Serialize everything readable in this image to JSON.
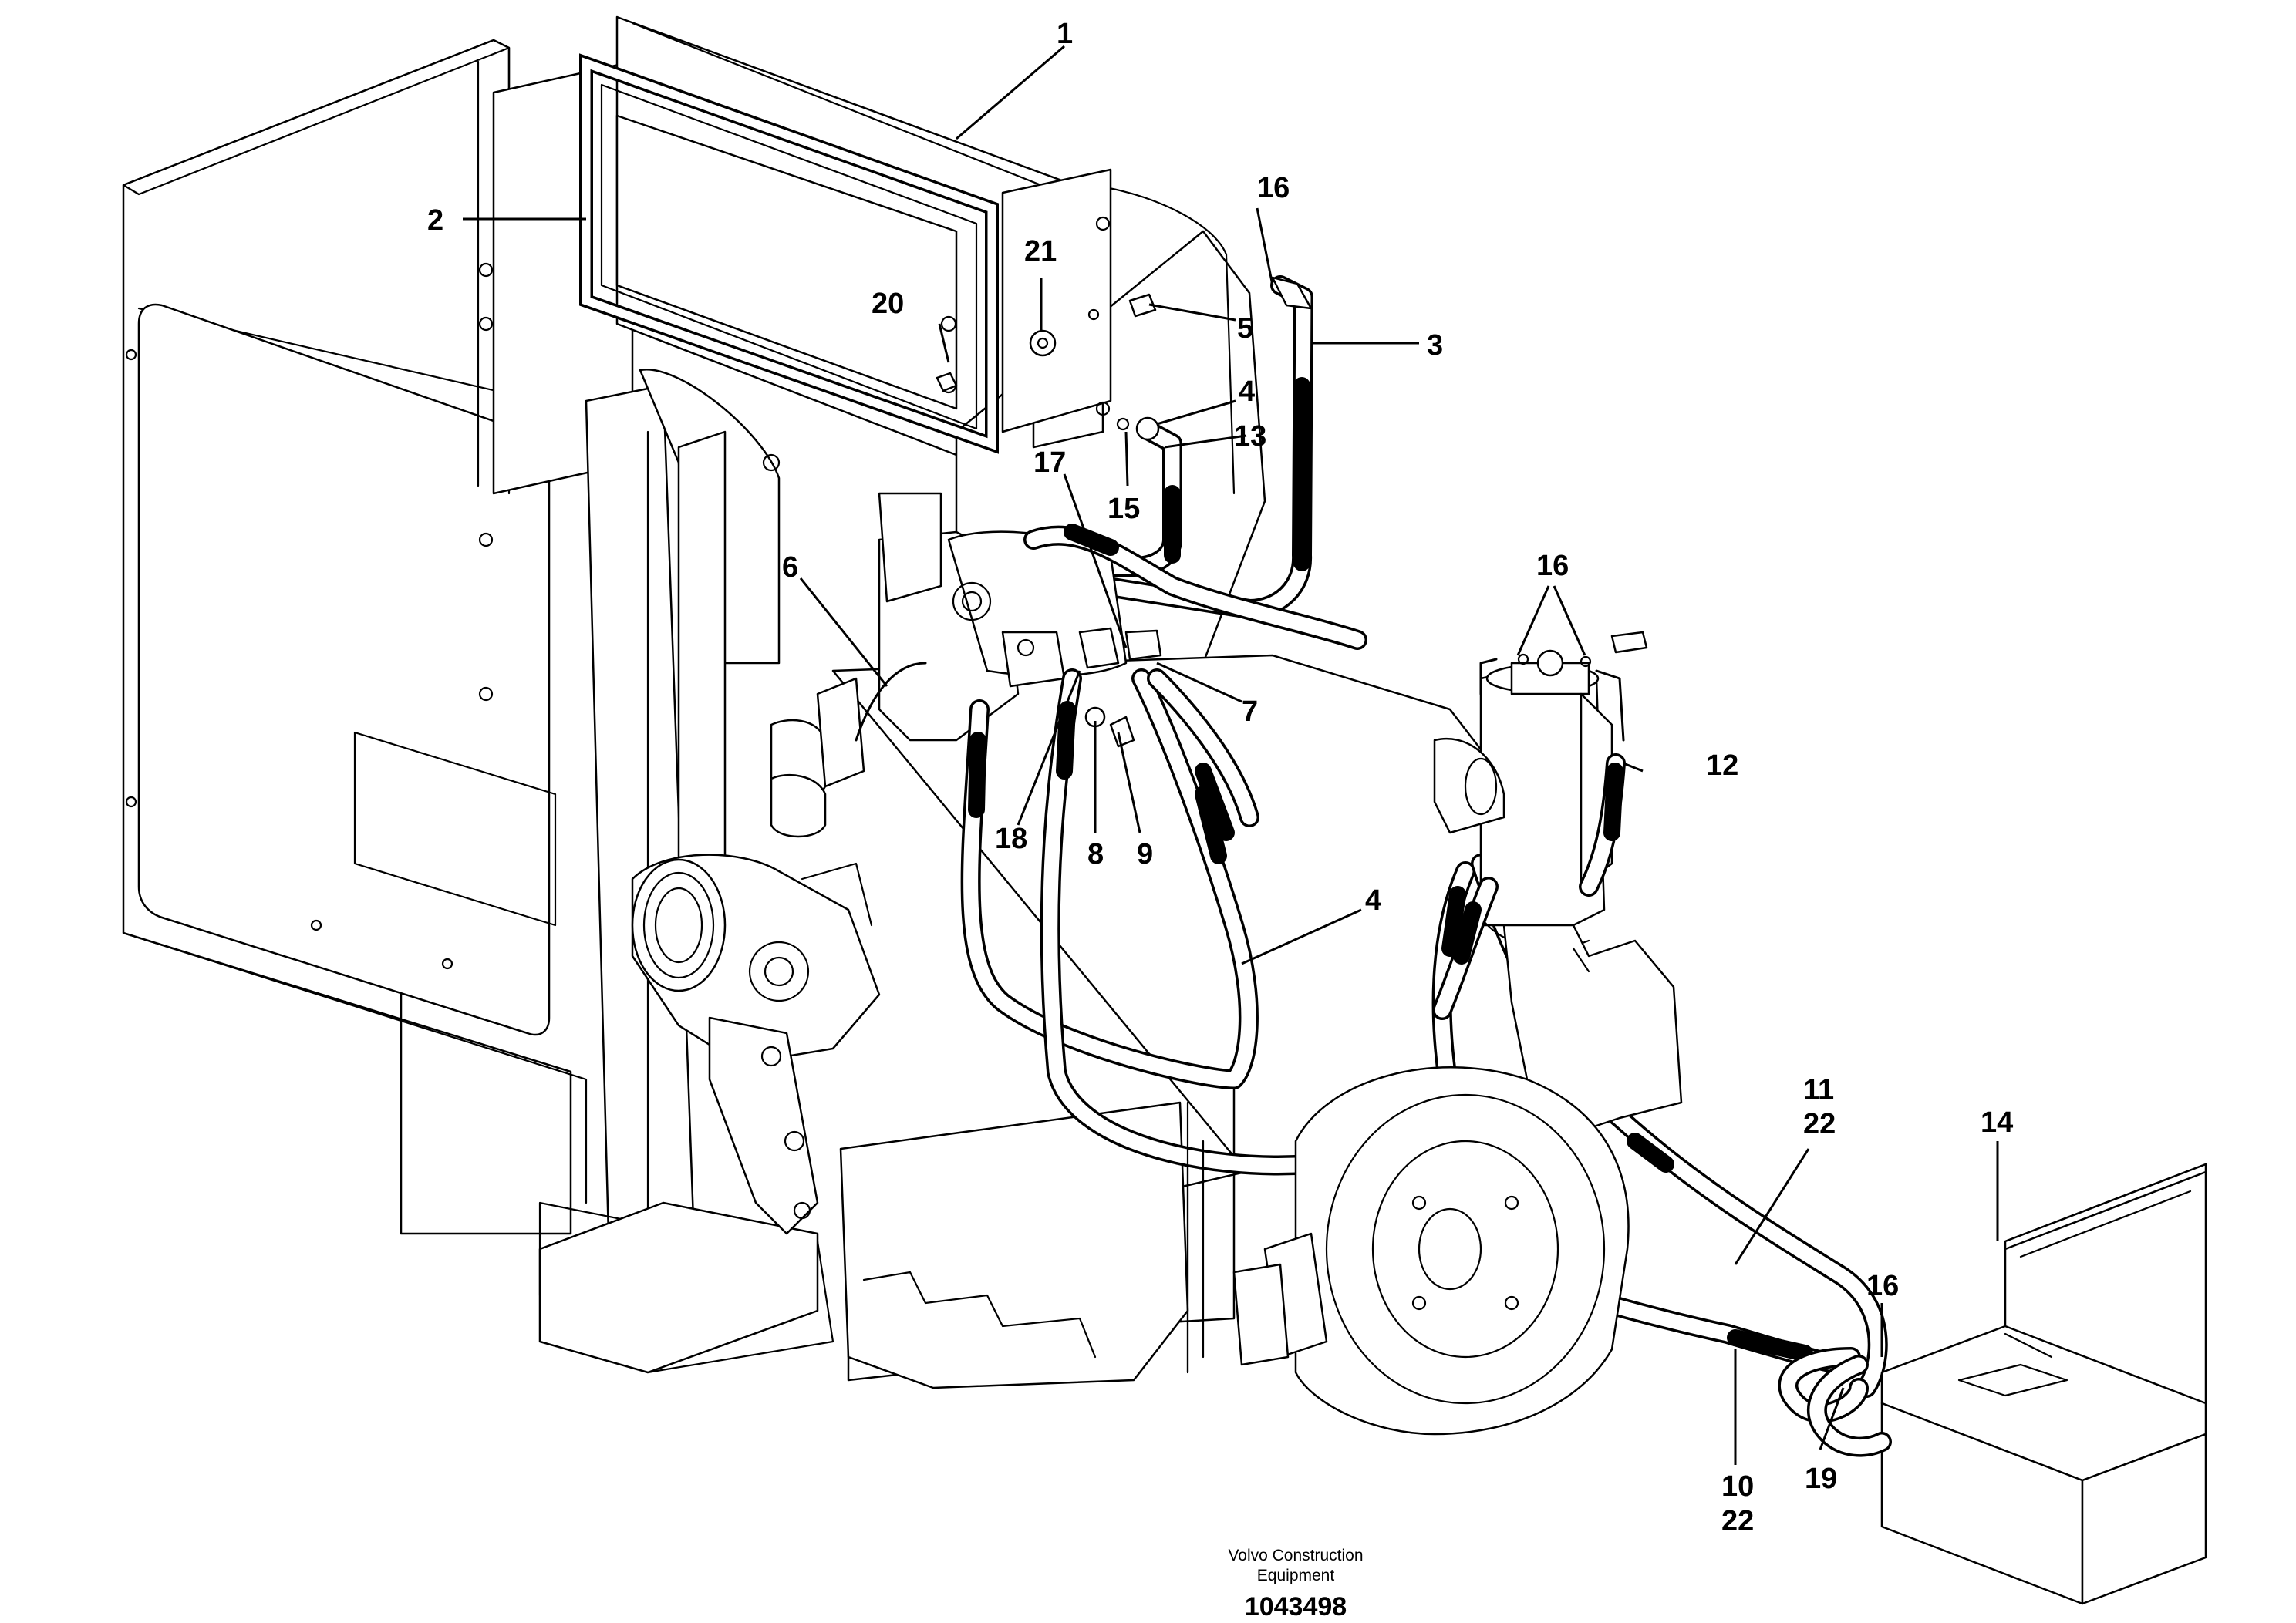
{
  "callouts": [
    {
      "id": "c1",
      "text": "1"
    },
    {
      "id": "c2",
      "text": "2"
    },
    {
      "id": "c3",
      "text": "3"
    },
    {
      "id": "c4a",
      "text": "4"
    },
    {
      "id": "c4b",
      "text": "4"
    },
    {
      "id": "c5",
      "text": "5"
    },
    {
      "id": "c6",
      "text": "6"
    },
    {
      "id": "c7",
      "text": "7"
    },
    {
      "id": "c8",
      "text": "8"
    },
    {
      "id": "c9",
      "text": "9"
    },
    {
      "id": "c10",
      "text": "10"
    },
    {
      "id": "c22a",
      "text": "22"
    },
    {
      "id": "c11",
      "text": "11"
    },
    {
      "id": "c22b",
      "text": "22"
    },
    {
      "id": "c12",
      "text": "12"
    },
    {
      "id": "c13",
      "text": "13"
    },
    {
      "id": "c14",
      "text": "14"
    },
    {
      "id": "c15",
      "text": "15"
    },
    {
      "id": "c16a",
      "text": "16"
    },
    {
      "id": "c16b",
      "text": "16"
    },
    {
      "id": "c16c",
      "text": "16"
    },
    {
      "id": "c17",
      "text": "17"
    },
    {
      "id": "c18",
      "text": "18"
    },
    {
      "id": "c19",
      "text": "19"
    },
    {
      "id": "c20",
      "text": "20"
    },
    {
      "id": "c21",
      "text": "21"
    }
  ],
  "footer": {
    "brand_line1": "Volvo Construction",
    "brand_line2": "Equipment",
    "drawing_number": "1043498"
  }
}
